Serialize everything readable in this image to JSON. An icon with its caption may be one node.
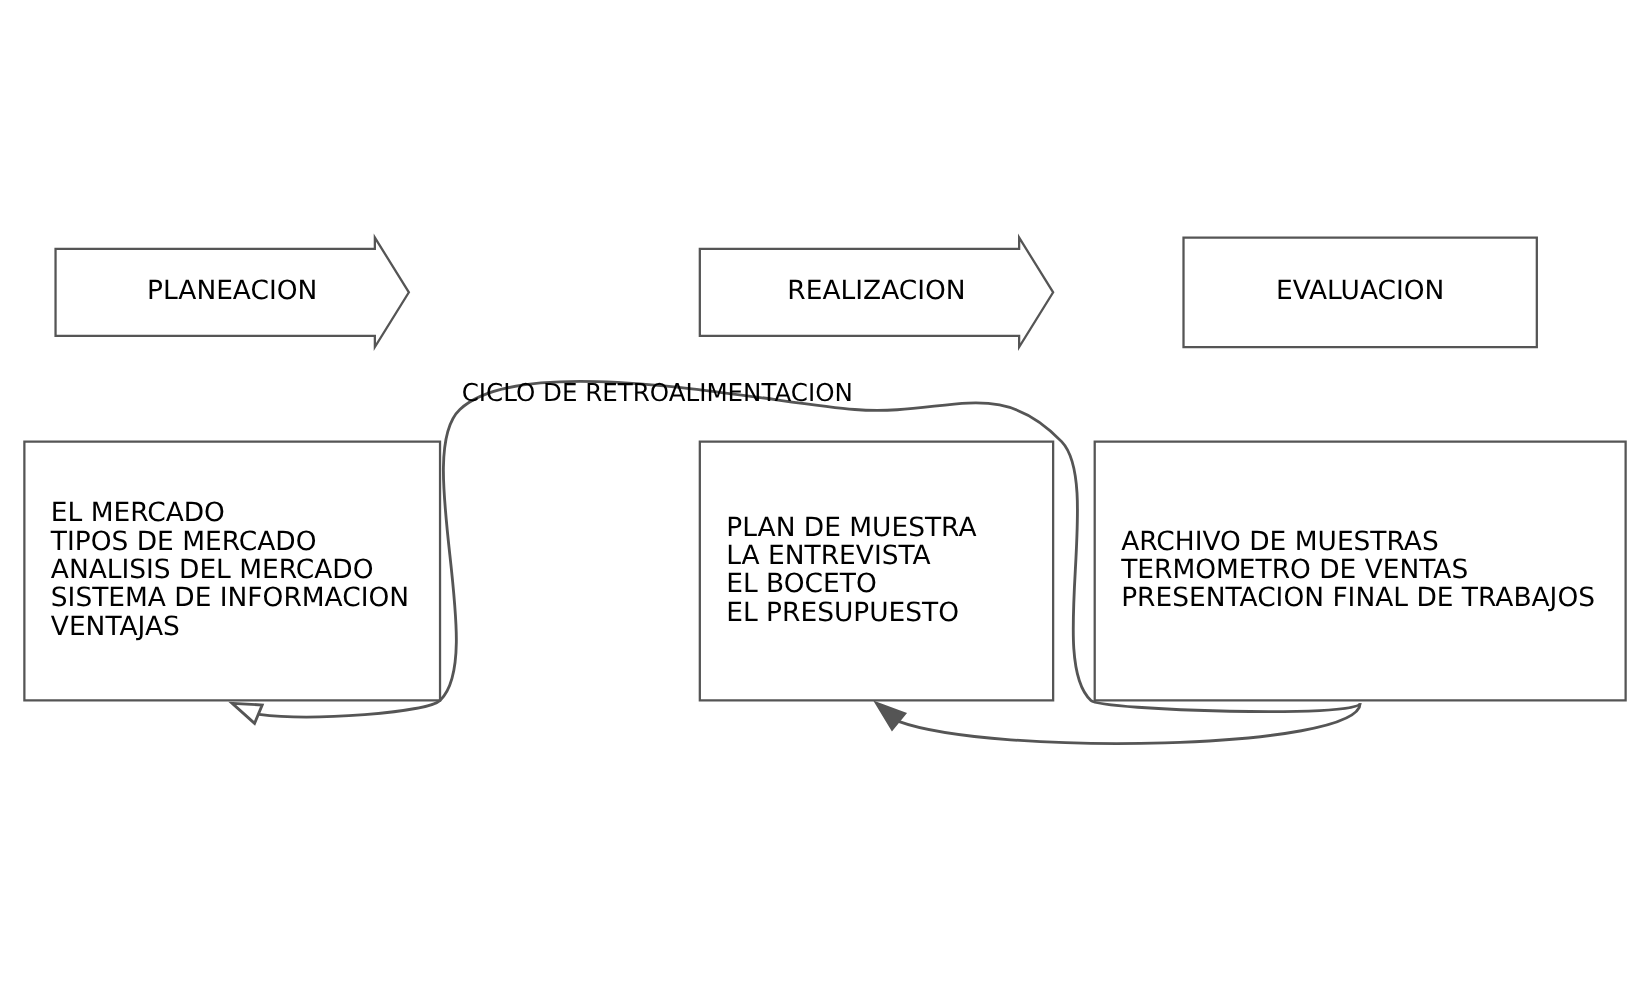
{
  "diagram": {
    "nodes": [
      {
        "text": [
          "PLANEACION"
        ]
      },
      {
        "text": [
          "REALIZACION"
        ]
      },
      {
        "text": [
          "EVALUACION"
        ]
      },
      {
        "text": [
          "EL MERCADO",
          "TIPOS DE MERCADO",
          "ANALISIS DEL MERCADO",
          "SISTEMA DE INFORMACION",
          "VENTAJAS"
        ]
      },
      {
        "text": [
          "PLAN DE MUESTRA",
          "LA ENTREVISTA",
          "EL BOCETO",
          "EL PRESUPUESTO"
        ]
      },
      {
        "text": [
          "ARCHIVO DE MUESTRAS",
          "TERMOMETRO DE VENTAS",
          "PRESENTACION FINAL DE TRABAJOS"
        ]
      }
    ],
    "edges": [
      {
        "from": 5,
        "to": 3,
        "arrow": "to",
        "label": "CICLO DE RETROALIMENTACION"
      },
      {
        "from": 5,
        "to": 4,
        "arrow": "to"
      }
    ]
  }
}
